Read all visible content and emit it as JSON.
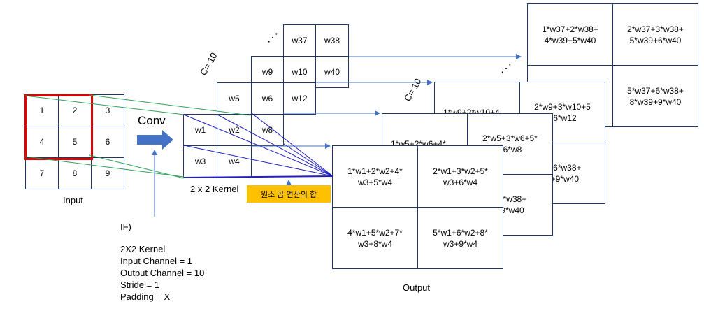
{
  "input": {
    "cells": [
      "1",
      "2",
      "3",
      "4",
      "5",
      "6",
      "7",
      "8",
      "9"
    ],
    "label": "Input"
  },
  "conv_label": "Conv",
  "kernel": {
    "front": [
      "w1",
      "w2",
      "w3",
      "w4"
    ],
    "layer2": [
      "w5",
      "w6",
      "w8"
    ],
    "layer3": [
      "w9",
      "w10",
      "w12"
    ],
    "back": [
      "w37",
      "w38",
      "w40"
    ],
    "label": "2 x 2 Kernel",
    "channel_label": "C= 10",
    "dots": "⋰"
  },
  "callout": {
    "text": "원소 곱 연산의 합",
    "color": "#ffc000"
  },
  "output": {
    "label": "Output",
    "channel_label": "C= 10",
    "dots": "⋰",
    "front": [
      "1*w1+2*w2+4*\nw3+5*w4",
      "2*w1+3*w2+5*\nw3+6*w4",
      "4*w1+5*w2+7*\nw3+8*w4",
      "5*w1+6*w2+8*\nw3+9*w4"
    ],
    "layer2": [
      "1*w5+2*w6+4*",
      "2*w5+3*w6+5*\n+6*w8",
      "+6*w38+\n+9*w40"
    ],
    "layer3": [
      "1*w9+2*w10+4",
      "2*w9+3*w10+5\n+6*w12",
      "7+6*w38+\n9+9*w40"
    ],
    "back": [
      "1*w37+2*w38+\n4*w39+5*w40",
      "2*w37+3*w38+\n5*w39+6*w40",
      "5*w37+6*w38+\n8*w39+9*w40"
    ]
  },
  "info": {
    "heading": "IF)",
    "lines": [
      "2X2 Kernel",
      "Input Channel = 1",
      "Output Channel = 10",
      "Stride = 1",
      "Padding = X"
    ]
  },
  "colors": {
    "grid": "#1f3864",
    "highlight": "#e00000",
    "arrow": "#4472c4",
    "green": "#2ea05a",
    "blue_line": "#2020c0"
  }
}
